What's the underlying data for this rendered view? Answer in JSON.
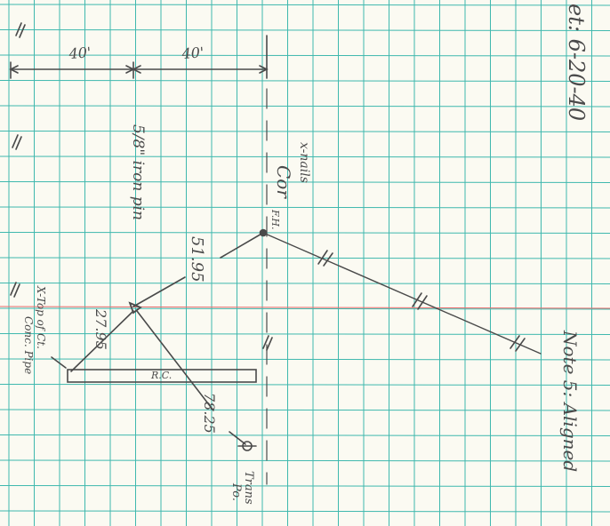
{
  "sheet": {
    "colors": {
      "paper": "#fbfaf2",
      "grid_line": "#3fb8ae",
      "red_line": "#e86a6a",
      "pencil": "#4a4a4a"
    }
  },
  "labels": {
    "dim_left": "40'",
    "dim_right": "40'",
    "date": "et: 6-20-40",
    "iron_pin": "5/8\" iron pin",
    "x_nails": "x-nails",
    "cor": "Cor",
    "cor_fh": "F.H.",
    "dist_51": "51.95",
    "dist_27": "27.95",
    "dist_78": "78.25",
    "x_pipe_line1": "X-Top of Ct.",
    "x_pipe_line2": "Conc. Pipe",
    "rc": "R.C.",
    "trans_line1": "Trans",
    "trans_line2": "Po.",
    "note": "Note 5: Aligned"
  }
}
